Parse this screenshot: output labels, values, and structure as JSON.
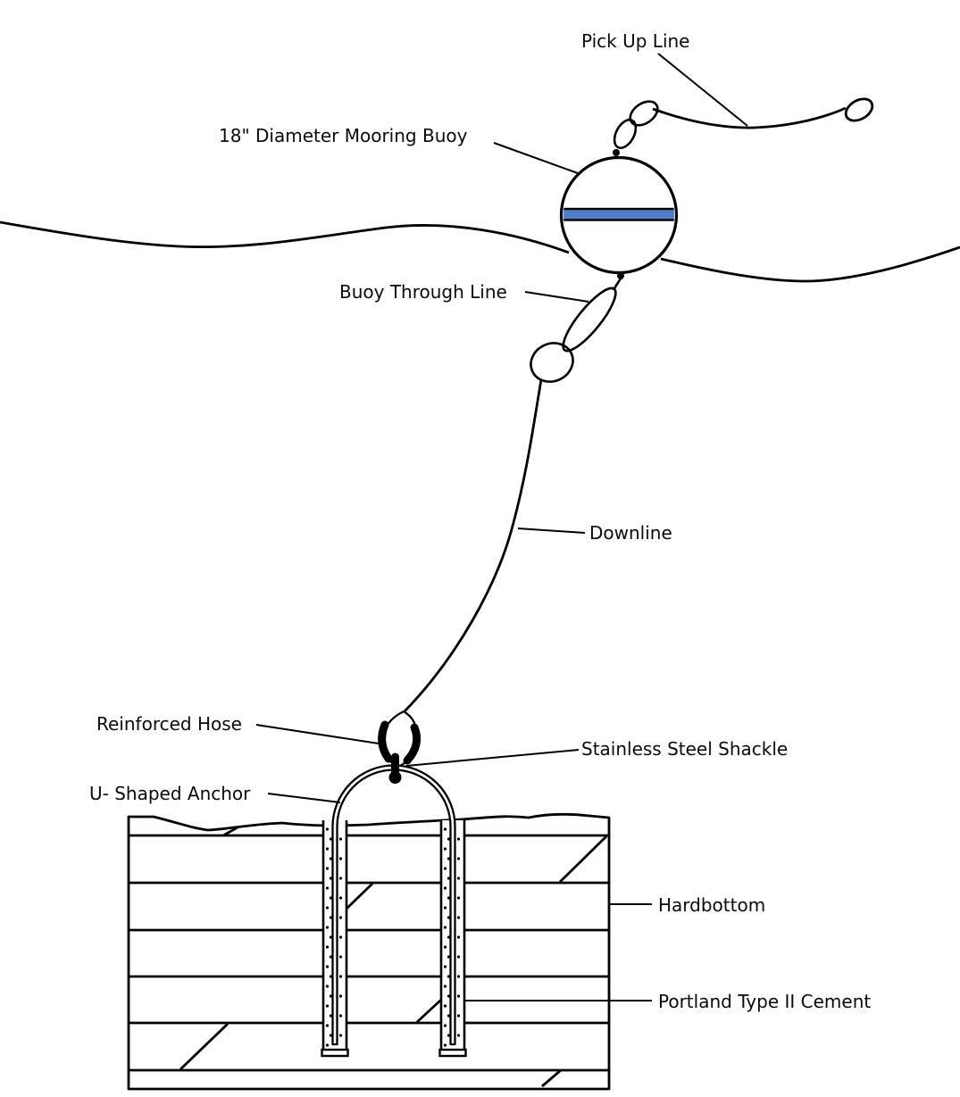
{
  "colors": {
    "line": "#000000",
    "buoy_stripe": "#4f7dc8",
    "background": "#ffffff"
  },
  "labels": {
    "pick_up_line": "Pick Up Line",
    "mooring_buoy": "18\" Diameter Mooring Buoy",
    "buoy_through_line": "Buoy Through Line",
    "downline": "Downline",
    "reinforced_hose": "Reinforced Hose",
    "stainless_steel_shackle": "Stainless Steel Shackle",
    "u_shaped_anchor": "U- Shaped Anchor",
    "hardbottom": "Hardbottom",
    "portland_cement": "Portland Type II Cement"
  }
}
